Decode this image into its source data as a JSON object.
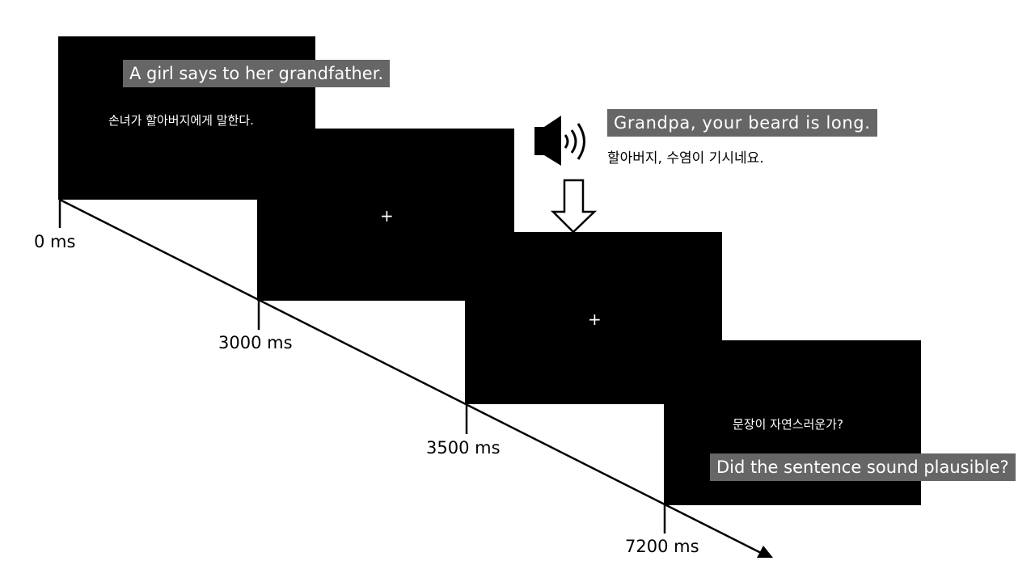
{
  "screens": {
    "first": {
      "english": "A girl says to her grandfather.",
      "korean": "손녀가 할아버지에게 말한다."
    },
    "fixation_1": {
      "symbol": "+"
    },
    "fixation_2": {
      "symbol": "+"
    },
    "last": {
      "korean": "문장이 자연스러운가?",
      "english": "Did the sentence sound plausible?"
    }
  },
  "audio": {
    "english": "Grandpa, your beard is long.",
    "korean": "할아버지, 수염이 기시네요.",
    "icon": "speaker-icon",
    "arrow_icon": "down-arrow-icon"
  },
  "timeline": {
    "times": [
      "0 ms",
      "3000 ms",
      "3500 ms",
      "7200 ms"
    ]
  },
  "colors": {
    "screen": "#000000",
    "label_bg": "#666666",
    "line": "#000000"
  }
}
